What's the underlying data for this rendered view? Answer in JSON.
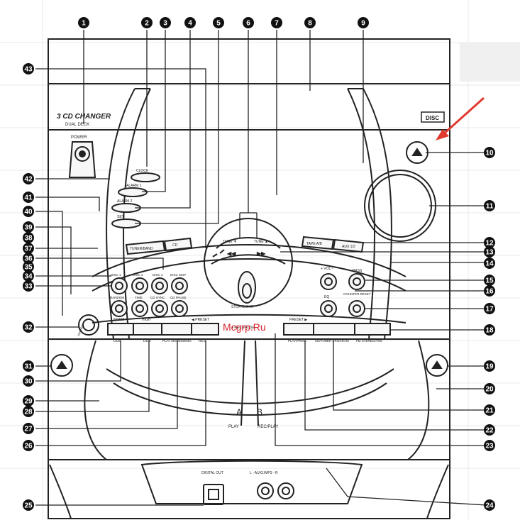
{
  "front_panel": {
    "brand_line1": "3 CD CHANGER",
    "brand_line2": "DUAL DECK",
    "power_label": "POWER",
    "clock_label": "CLOCK",
    "alarm1_label": "ALARM 1",
    "alarm2_label": "ALARM 2",
    "set_label": "SET",
    "tuner_band_label": "TUNER/BAND",
    "cd_label": "CD",
    "tape_ab_label": "TAPE A/B",
    "aux_label": "AUX 1/2",
    "tune_down_label": "TUNE ▼",
    "tune_up_label": "TUNE ▲",
    "stop_label": "STOP/CLEAR",
    "rec_label": "● REC/PAUSE",
    "disc1_label": "DISC 1",
    "disc2_label": "DISC 2",
    "disc3_label": "DISC 3",
    "disc_skip_label": "DISC SKIP",
    "random_label": "RANDOM",
    "time_label": "TIME",
    "cd_sync_label": "CD SYNC",
    "cd_pause_label": "CD PAUSE",
    "volume_label": "+ VOL -",
    "bass_label": "BASS",
    "eq_label": "EQ",
    "counter_reset_label": "COUNTER RESET",
    "normal_label": "NORM",
    "high_label": "HIGH",
    "preset_down_label": "◀ PRESET",
    "preset_up_label": "PRESET ▶",
    "dub_label": "DUB",
    "dub2_label": "DUB",
    "play_mode_label": "PLAY MODE/DEMO",
    "rev_label": "REV.",
    "play_prog_label": "PLAY/PROG.",
    "cd_tuner_program_label": "CD/TUNER PROGRAM",
    "fm_stereo_label": "FM STEREO/ANS",
    "deck_a_label": "A",
    "deck_b_label": "B",
    "play_label": "PLAY",
    "rec_play_label": "REC/PLAY",
    "digital_out_label": "DIGITAL OUT",
    "aux_mp3_label": "L - AUX1/MP3 - R",
    "phones_label": "PHONES",
    "watermark": "Mcgrp.Ru",
    "disc_logo": "DISC"
  },
  "callouts": [
    "1",
    "2",
    "3",
    "4",
    "5",
    "6",
    "7",
    "8",
    "9",
    "10",
    "11",
    "12",
    "13",
    "14",
    "15",
    "16",
    "17",
    "18",
    "19",
    "20",
    "21",
    "22",
    "23",
    "24",
    "25",
    "26",
    "27",
    "28",
    "29",
    "30",
    "31",
    "32",
    "33",
    "34",
    "35",
    "36",
    "37",
    "38",
    "39",
    "40",
    "41",
    "42",
    "43"
  ],
  "colors": {
    "line": "#222222",
    "marker": "#111111",
    "arrow": "#e03a2f",
    "watermark": "#d9232e"
  }
}
